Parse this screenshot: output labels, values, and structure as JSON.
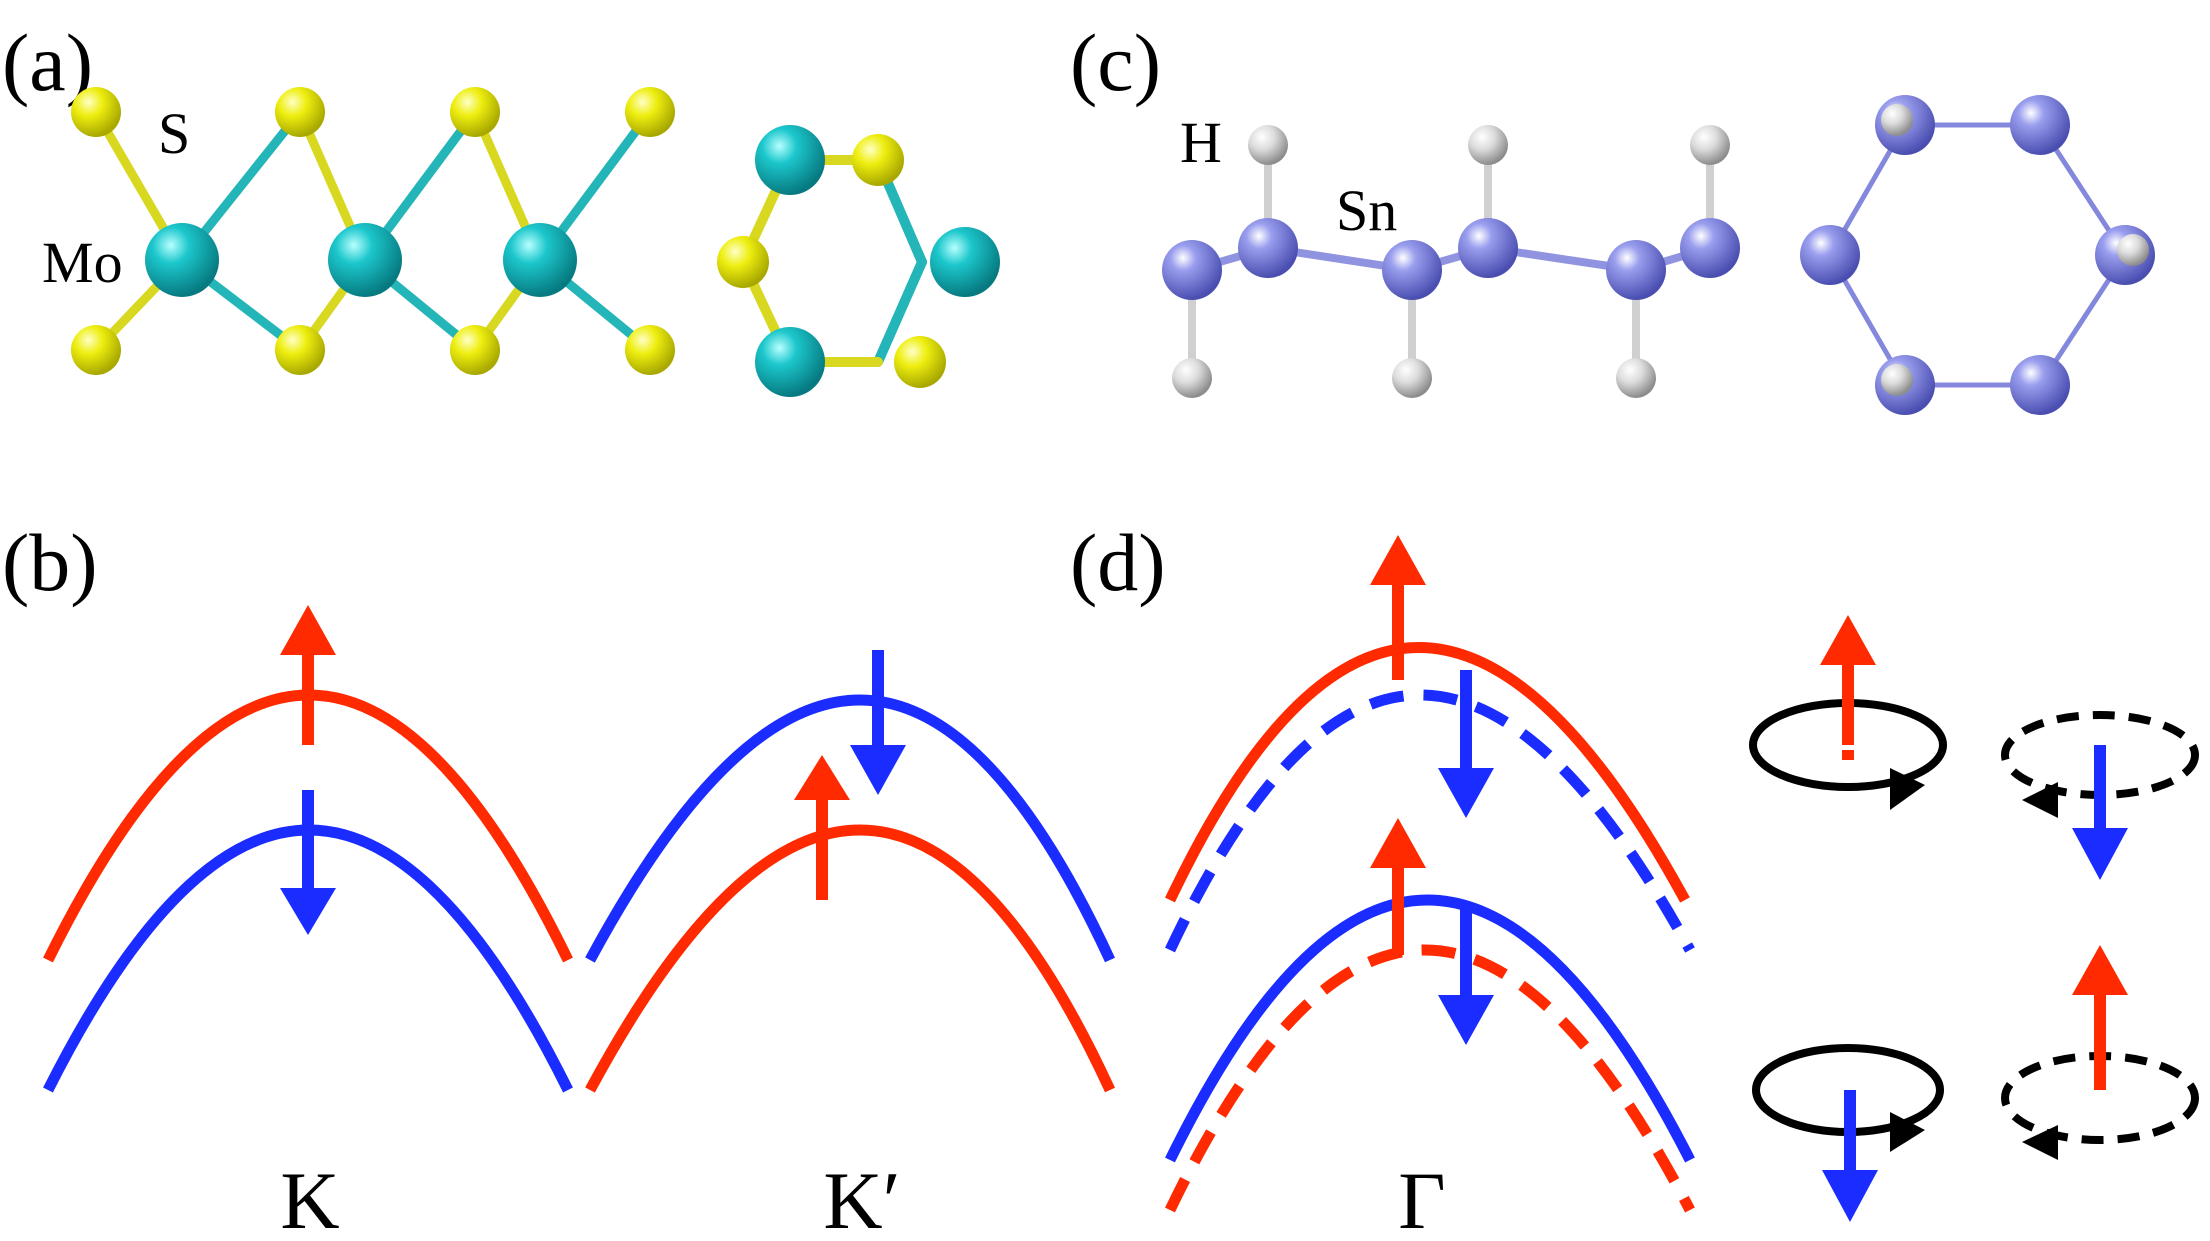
{
  "panels": {
    "a": {
      "label": "(a)",
      "atom_s": "S",
      "atom_mo": "Mo"
    },
    "b": {
      "label": "(b)",
      "valley_k": "K",
      "valley_k_prime": "K′"
    },
    "c": {
      "label": "(c)",
      "atom_h": "H",
      "atom_sn": "Sn"
    },
    "d": {
      "label": "(d)",
      "valley_gamma": "Γ"
    }
  },
  "colors": {
    "spin_up": "#ff2a00",
    "spin_down": "#1a2cff",
    "mo_atom": "#12b2b8",
    "s_atom": "#e6e600",
    "sn_atom": "#7a7ee0",
    "h_atom": "#d8d8d8",
    "orbit": "#000000"
  }
}
